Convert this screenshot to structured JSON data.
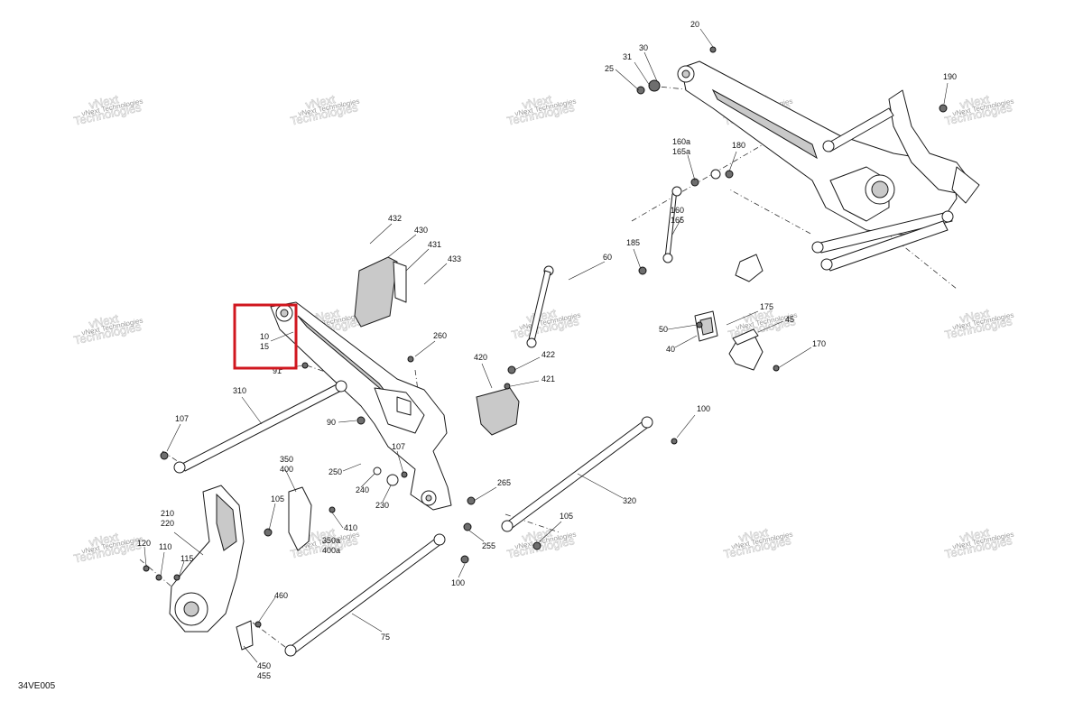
{
  "diagram": {
    "reference_code": "34VE005",
    "watermark": {
      "line1": "vNext",
      "line2": "Technologies",
      "small": "vNext Technologies"
    },
    "callouts": [
      {
        "id": "c20",
        "label": "20"
      },
      {
        "id": "c30",
        "label": "30"
      },
      {
        "id": "c31",
        "label": "31"
      },
      {
        "id": "c25",
        "label": "25"
      },
      {
        "id": "c190",
        "label": "190"
      },
      {
        "id": "c160a",
        "label": "160a"
      },
      {
        "id": "c165a",
        "label": "165a"
      },
      {
        "id": "c180",
        "label": "180"
      },
      {
        "id": "c160",
        "label": "160"
      },
      {
        "id": "c165",
        "label": "165"
      },
      {
        "id": "c185",
        "label": "185"
      },
      {
        "id": "c60",
        "label": "60"
      },
      {
        "id": "c432",
        "label": "432"
      },
      {
        "id": "c430",
        "label": "430"
      },
      {
        "id": "c431",
        "label": "431"
      },
      {
        "id": "c433",
        "label": "433"
      },
      {
        "id": "c10",
        "label": "10"
      },
      {
        "id": "c15",
        "label": "15"
      },
      {
        "id": "c91",
        "label": "91"
      },
      {
        "id": "c260",
        "label": "260"
      },
      {
        "id": "c175",
        "label": "175"
      },
      {
        "id": "c45",
        "label": "45"
      },
      {
        "id": "c50",
        "label": "50"
      },
      {
        "id": "c40",
        "label": "40"
      },
      {
        "id": "c170",
        "label": "170"
      },
      {
        "id": "c420",
        "label": "420"
      },
      {
        "id": "c422",
        "label": "422"
      },
      {
        "id": "c421",
        "label": "421"
      },
      {
        "id": "c310",
        "label": "310"
      },
      {
        "id": "c107a",
        "label": "107"
      },
      {
        "id": "c90",
        "label": "90"
      },
      {
        "id": "c100a",
        "label": "100"
      },
      {
        "id": "c350",
        "label": "350"
      },
      {
        "id": "c400",
        "label": "400"
      },
      {
        "id": "c107b",
        "label": "107"
      },
      {
        "id": "c250",
        "label": "250"
      },
      {
        "id": "c240",
        "label": "240"
      },
      {
        "id": "c265",
        "label": "265"
      },
      {
        "id": "c230",
        "label": "230"
      },
      {
        "id": "c320",
        "label": "320"
      },
      {
        "id": "c210",
        "label": "210"
      },
      {
        "id": "c220",
        "label": "220"
      },
      {
        "id": "c105a",
        "label": "105"
      },
      {
        "id": "c410",
        "label": "410"
      },
      {
        "id": "c350a",
        "label": "350a"
      },
      {
        "id": "c400a",
        "label": "400a"
      },
      {
        "id": "c105b",
        "label": "105"
      },
      {
        "id": "c255",
        "label": "255"
      },
      {
        "id": "c120",
        "label": "120"
      },
      {
        "id": "c110",
        "label": "110"
      },
      {
        "id": "c115",
        "label": "115"
      },
      {
        "id": "c100b",
        "label": "100"
      },
      {
        "id": "c460",
        "label": "460"
      },
      {
        "id": "c75",
        "label": "75"
      },
      {
        "id": "c450",
        "label": "450"
      },
      {
        "id": "c455",
        "label": "455"
      }
    ],
    "highlight_color": "#d0171f"
  }
}
